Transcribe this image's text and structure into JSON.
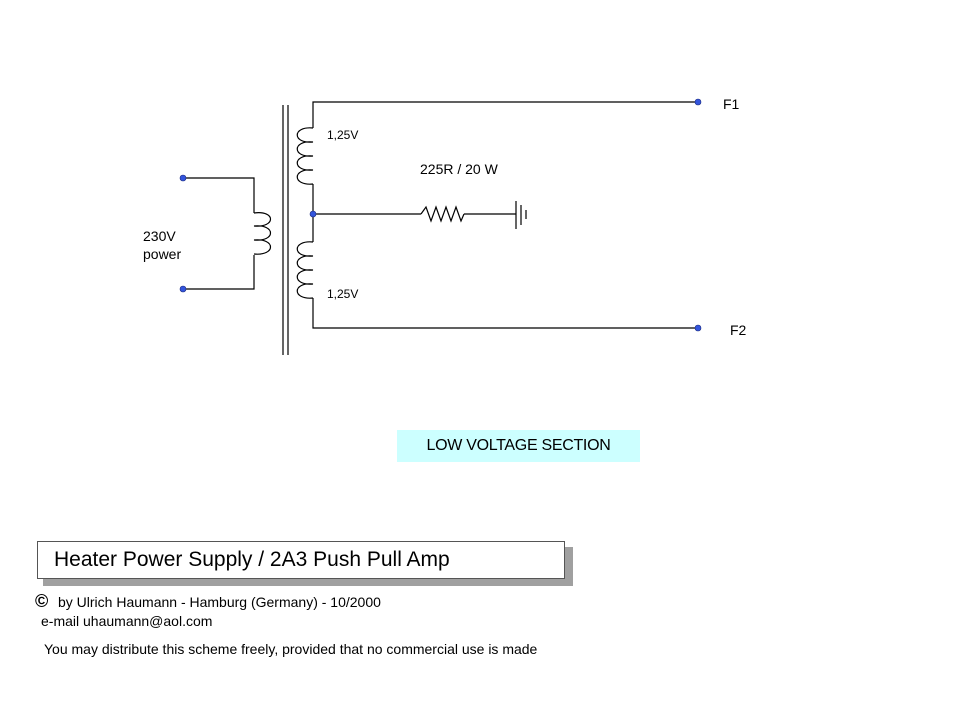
{
  "schematic": {
    "labels": {
      "f1": "F1",
      "f2": "F2",
      "upper_winding": "1,25V",
      "lower_winding": "1,25V",
      "resistor": "225R / 20 W",
      "primary_line1": "230V",
      "primary_line2": "power"
    },
    "section_label": "LOW VOLTAGE SECTION"
  },
  "title_box": {
    "title": "Heater Power Supply /  2A3 Push Pull Amp"
  },
  "footer": {
    "copyright_symbol": "©",
    "credit": "by Ulrich Haumann - Hamburg (Germany) - 10/2000",
    "email": "e-mail  uhaumann@aol.com",
    "license": "You may distribute this scheme freely, provided that no commercial use is made"
  },
  "colors": {
    "terminal_dot": "#3355dd",
    "section_background": "#ccffff",
    "title_shadow": "#a0a0a0"
  }
}
